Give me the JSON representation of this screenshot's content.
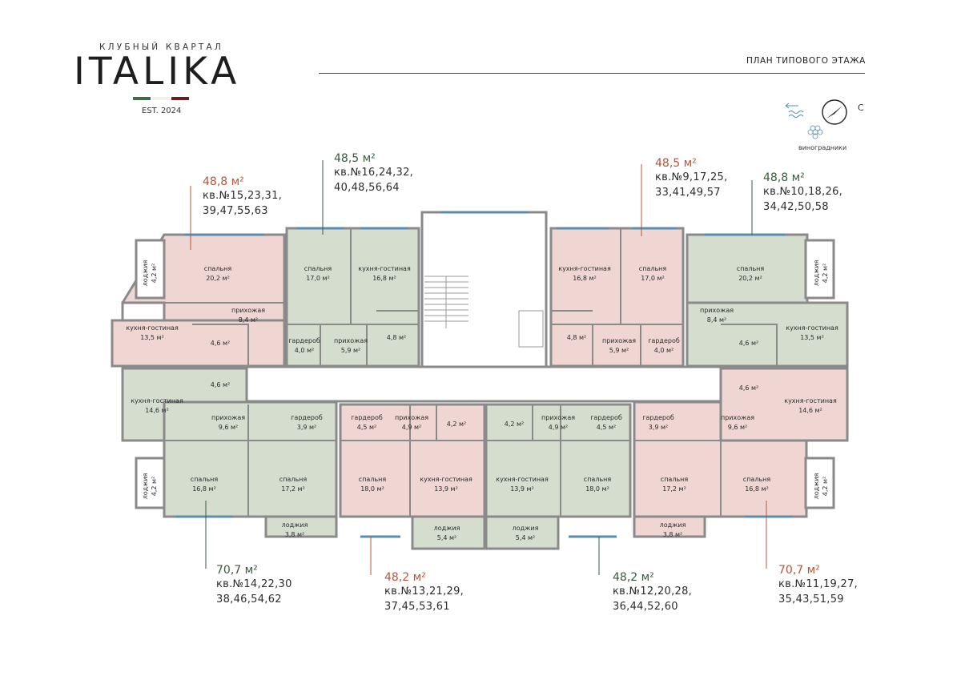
{
  "brand": {
    "tagline": "КЛУБНЫЙ КВАРТАЛ",
    "name": "ITALIKA",
    "est": "EST. 2024"
  },
  "plan": {
    "title": "ПЛАН ТИПОВОГО ЭТАЖА",
    "vineyards_label": "виноградники",
    "north_letter": "С"
  },
  "colors": {
    "green": "#d5ddcf",
    "red": "#efd6d2",
    "wall": "#888888",
    "accent_green": "#3a5a40",
    "accent_red": "#b7553a",
    "flag_green": "#3c6e47",
    "flag_white": "#f3f1ec",
    "flag_red": "#6b1f1f"
  },
  "apartments": [
    {
      "area": "48,8 м²",
      "numbers": "кв.№15,23,31,\n39,47,55,63",
      "color": "red"
    },
    {
      "area": "48,5 м²",
      "numbers": "кв.№16,24,32,\n40,48,56,64",
      "color": "green"
    },
    {
      "area": "48,5 м²",
      "numbers": "кв.№9,17,25,\n33,41,49,57",
      "color": "red"
    },
    {
      "area": "48,8 м²",
      "numbers": "кв.№10,18,26,\n34,42,50,58",
      "color": "green"
    },
    {
      "area": "70,7 м²",
      "numbers": "кв.№14,22,30\n38,46,54,62",
      "color": "green"
    },
    {
      "area": "48,2 м²",
      "numbers": "кв.№13,21,29,\n37,45,53,61",
      "color": "red"
    },
    {
      "area": "48,2 м²",
      "numbers": "кв.№12,20,28,\n36,44,52,60",
      "color": "green"
    },
    {
      "area": "70,7 м²",
      "numbers": "кв.№11,19,27,\n35,43,51,59",
      "color": "red"
    }
  ],
  "rooms": [
    {
      "name": "спальня",
      "area": "20,2 м²"
    },
    {
      "name": "прихожая",
      "area": "8,4 м²"
    },
    {
      "name": "кухня-гостиная",
      "area": "13,5 м²"
    },
    {
      "name": "",
      "area": "4,6 м²"
    },
    {
      "name": "",
      "area": "4,6 м²"
    },
    {
      "name": "лоджия",
      "area": "4,2 м²"
    },
    {
      "name": "спальня",
      "area": "17,0 м²"
    },
    {
      "name": "кухня-гостиная",
      "area": "16,8 м²"
    },
    {
      "name": "гардероб",
      "area": "4,0 м²"
    },
    {
      "name": "прихожая",
      "area": "5,9 м²"
    },
    {
      "name": "",
      "area": "4,8 м²"
    },
    {
      "name": "кухня-гостиная",
      "area": "16,8 м²"
    },
    {
      "name": "спальня",
      "area": "17,0 м²"
    },
    {
      "name": "",
      "area": "4,8 м²"
    },
    {
      "name": "прихожая",
      "area": "5,9 м²"
    },
    {
      "name": "гардероб",
      "area": "4,0 м²"
    },
    {
      "name": "спальня",
      "area": "20,2 м²"
    },
    {
      "name": "прихожая",
      "area": "8,4 м²"
    },
    {
      "name": "кухня-гостиная",
      "area": "13,5 м²"
    },
    {
      "name": "",
      "area": "4,6 м²"
    },
    {
      "name": "",
      "area": "4,6 м²"
    },
    {
      "name": "лоджия",
      "area": "4,2 м²"
    },
    {
      "name": "кухня-гостиная",
      "area": "14,6 м²"
    },
    {
      "name": "прихожая",
      "area": "9,6 м²"
    },
    {
      "name": "гардероб",
      "area": "3,9 м²"
    },
    {
      "name": "спальня",
      "area": "16,8 м²"
    },
    {
      "name": "спальня",
      "area": "17,2 м²"
    },
    {
      "name": "лоджия",
      "area": "3,8 м²"
    },
    {
      "name": "лоджия",
      "area": "4,2 м²"
    },
    {
      "name": "гардероб",
      "area": "4,5 м²"
    },
    {
      "name": "прихожая",
      "area": "4,9 м²"
    },
    {
      "name": "",
      "area": "4,2 м²"
    },
    {
      "name": "спальня",
      "area": "18,0 м²"
    },
    {
      "name": "кухня-гостиная",
      "area": "13,9 м²"
    },
    {
      "name": "лоджия",
      "area": "5,4 м²"
    },
    {
      "name": "",
      "area": "4,2 м²"
    },
    {
      "name": "прихожая",
      "area": "4,9 м²"
    },
    {
      "name": "гардероб",
      "area": "4,5 м²"
    },
    {
      "name": "кухня-гостиная",
      "area": "13,9 м²"
    },
    {
      "name": "спальня",
      "area": "18,0 м²"
    },
    {
      "name": "лоджия",
      "area": "5,4 м²"
    },
    {
      "name": "гардероб",
      "area": "3,9 м²"
    },
    {
      "name": "прихожая",
      "area": "9,6 м²"
    },
    {
      "name": "кухня-гостиная",
      "area": "14,6 м²"
    },
    {
      "name": "спальня",
      "area": "17,2 м²"
    },
    {
      "name": "спальня",
      "area": "16,8 м²"
    },
    {
      "name": "лоджия",
      "area": "3,8 м²"
    },
    {
      "name": "лоджия",
      "area": "4,2 м²"
    }
  ]
}
